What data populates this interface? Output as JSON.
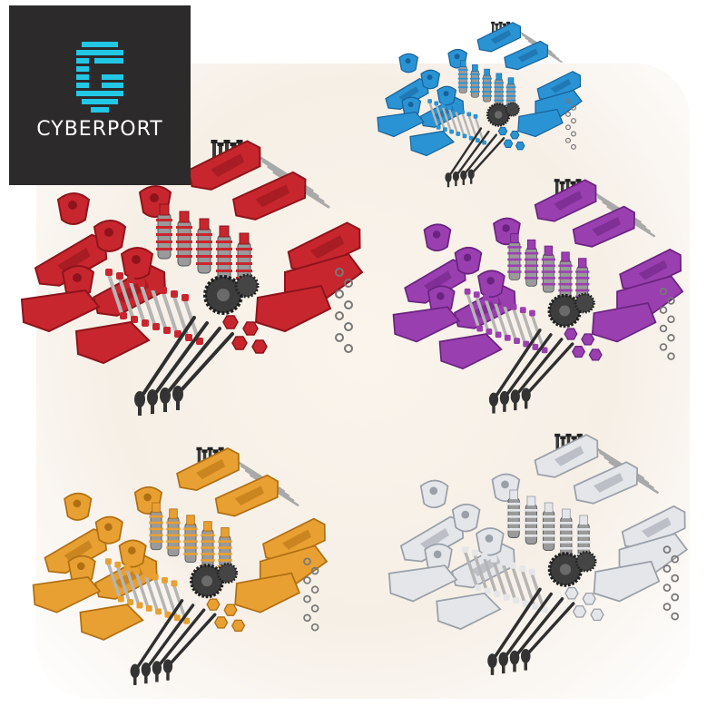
{
  "logo": {
    "text": "CYBERPORT",
    "icon": "cyberport-logo-icon",
    "tile_color": "#2c2a2b",
    "mark_color": "#22c7e6"
  },
  "kits": [
    {
      "name": "red",
      "color": "#c8262e",
      "shade": "#8e141b"
    },
    {
      "name": "blue",
      "color": "#2a93d4",
      "shade": "#17629a"
    },
    {
      "name": "purple",
      "color": "#9a3fb0",
      "shade": "#6a2380"
    },
    {
      "name": "gold",
      "color": "#e8a032",
      "shade": "#b06f12"
    },
    {
      "name": "silver",
      "color": "#e4e6ea",
      "shade": "#9aa0a8"
    }
  ]
}
